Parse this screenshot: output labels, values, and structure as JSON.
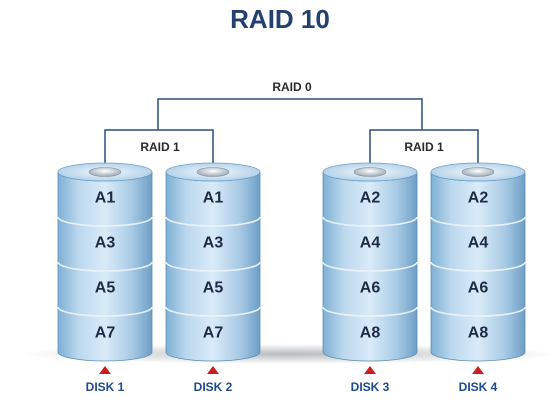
{
  "title": "RAID 10",
  "top_label": "RAID 0",
  "groups": [
    {
      "label": "RAID 1"
    },
    {
      "label": "RAID 1"
    }
  ],
  "disks": [
    {
      "name": "DISK 1",
      "blocks": [
        "A1",
        "A3",
        "A5",
        "A7"
      ]
    },
    {
      "name": "DISK 2",
      "blocks": [
        "A1",
        "A3",
        "A5",
        "A7"
      ]
    },
    {
      "name": "DISK 3",
      "blocks": [
        "A2",
        "A4",
        "A6",
        "A8"
      ]
    },
    {
      "name": "DISK 4",
      "blocks": [
        "A2",
        "A4",
        "A6",
        "A8"
      ]
    }
  ],
  "colors": {
    "title": "#23406f",
    "segment_light": "#cfe4f4",
    "segment_dark": "#7fb0d4",
    "arrow": "#cc1e1e",
    "disk_label": "#1f4a8c"
  }
}
